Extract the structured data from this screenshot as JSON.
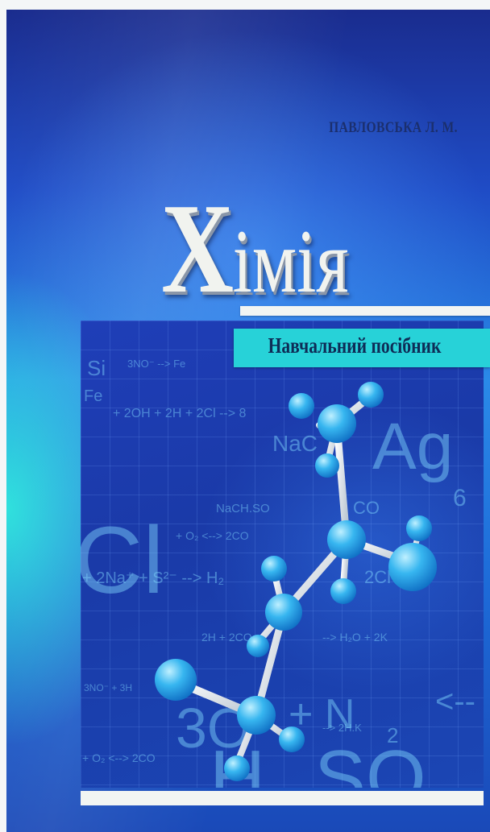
{
  "cover": {
    "author": "ПАВЛОВСЬКА Л. М.",
    "title_initial": "Х",
    "title_rest": "імія",
    "subtitle": "Навчальний посібник"
  },
  "background_formulas": [
    "Si",
    "3NO⁻ --> Fe",
    "Fe",
    "+ 2OH + 2H + 2Cl --> 8",
    "NaC",
    "Ag",
    "6",
    "NaCH.SO",
    "CO",
    "Cl",
    "+ O₂ <--> 2CO",
    "+ 2Na⁺ + S²⁻ --> H₂",
    "2Cl",
    "2H + 2CO",
    "--> H₂O + 2K",
    "3NO⁻ + 3H",
    "3O",
    "+ N",
    "2",
    "<--",
    "--> 2H.K",
    "+ O₂ <--> 2CO",
    "H",
    "SO"
  ],
  "colors": {
    "cover_dark_blue": "#1a2c8e",
    "cover_cyan_glow": "#28e6dc",
    "subtitle_band": "#27d2d8",
    "title_white": "#f1f3ef",
    "atom_blue": "#37b6f0"
  },
  "icons": [
    "molecule-illustration"
  ]
}
